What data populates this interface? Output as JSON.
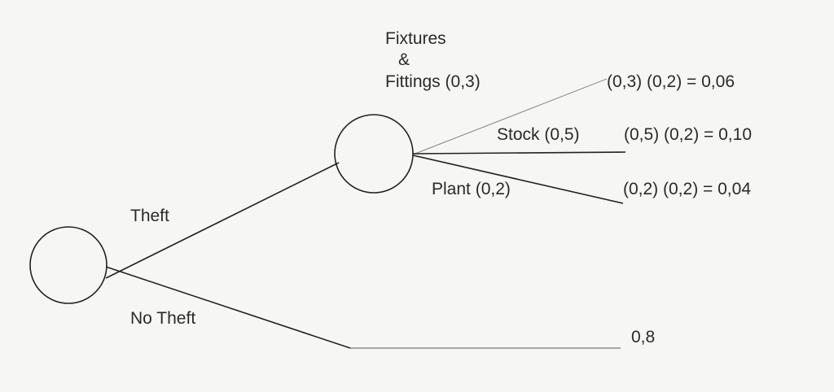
{
  "nodes": {
    "root": "chance-node",
    "theft": "chance-node"
  },
  "branches": {
    "theft": "Theft",
    "no_theft": "No Theft",
    "fixtures_line1": "Fixtures",
    "fixtures_line2": "&",
    "fixtures_line3": "Fittings (0,3)",
    "stock": "Stock (0,5)",
    "plant": "Plant (0,2)"
  },
  "outcomes": {
    "fixtures": "(0,3) (0,2) = 0,06",
    "stock": "(0,5) (0,2) = 0,10",
    "plant": "(0,2) (0,2) = 0,04",
    "no_theft": "0,8"
  }
}
